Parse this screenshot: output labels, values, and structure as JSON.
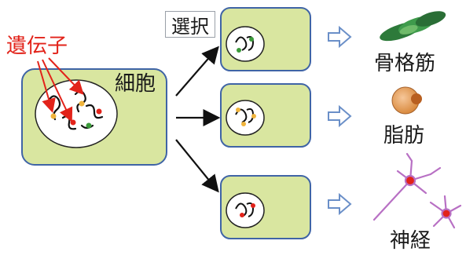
{
  "labels": {
    "gene": "遺伝子",
    "cell": "細胞",
    "select": "選択",
    "skeletal_muscle": "骨格筋",
    "fat": "脂肪",
    "nerve": "神経"
  },
  "colors": {
    "cell_fill": "#d9e6a0",
    "cell_border": "#3f64a6",
    "gene_label": "#e2231a",
    "arrow_outline": "#6a8fc8",
    "arrow_fill": "#ffffff"
  },
  "icons": [
    "muscle-icon",
    "fat-cell-icon",
    "neuron-icon"
  ]
}
